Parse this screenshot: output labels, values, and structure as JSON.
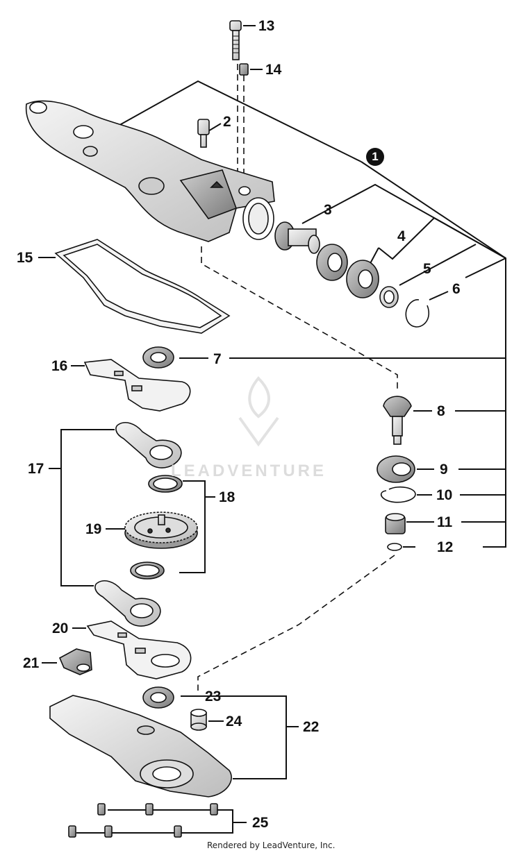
{
  "diagram": {
    "assembly_badge": "1",
    "callouts": {
      "c2": "2",
      "c3": "3",
      "c4": "4",
      "c5": "5",
      "c6": "6",
      "c7": "7",
      "c8": "8",
      "c9": "9",
      "c10": "10",
      "c11": "11",
      "c12": "12",
      "c13": "13",
      "c14": "14",
      "c15": "15",
      "c16": "16",
      "c17": "17",
      "c18": "18",
      "c19": "19",
      "c20": "20",
      "c21": "21",
      "c22": "22",
      "c23": "23",
      "c24": "24",
      "c25": "25"
    }
  },
  "watermark": "LEADVENTURE",
  "footer": "Rendered by LeadVenture, Inc."
}
